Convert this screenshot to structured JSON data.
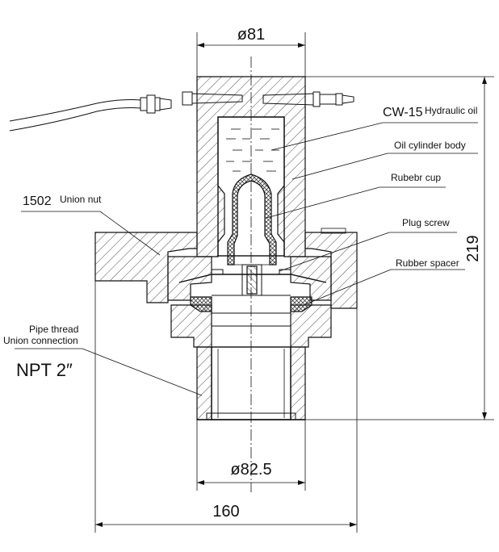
{
  "labels": {
    "cw15": "CW-15",
    "hydraulic_oil": "Hydraulic oil",
    "oil_cylinder_body": "Oil cylinder body",
    "rubber_cup": "Rubebr cup",
    "plug_screw": "Plug screw",
    "rubber_spacer": "Rubber spacer",
    "union_nut_code": "1502",
    "union_nut": "Union nut",
    "pipe_thread": "Pipe thread",
    "union_connection": "Union connection",
    "npt": "NPT 2″"
  },
  "dimensions": {
    "top_diameter": "ø81",
    "bottom_diameter": "ø82.5",
    "overall_width": "160",
    "height": "219"
  }
}
